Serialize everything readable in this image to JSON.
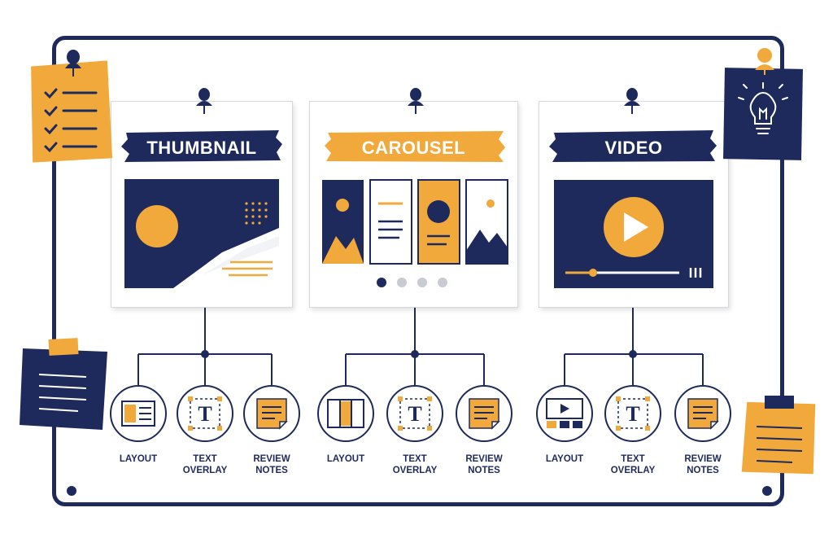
{
  "colors": {
    "navy": "#1f2a5c",
    "orange": "#f2a93b",
    "white": "#ffffff"
  },
  "cards": [
    {
      "title": "THUMBNAIL",
      "banner_style": "navy",
      "subs": [
        {
          "icon": "layout-icon",
          "label1": "LAYOUT",
          "label2": ""
        },
        {
          "icon": "text-overlay-icon",
          "label1": "TEXT",
          "label2": "OVERLAY"
        },
        {
          "icon": "review-notes-icon",
          "label1": "REVIEW",
          "label2": "NOTES"
        }
      ]
    },
    {
      "title": "CAROUSEL",
      "banner_style": "orange",
      "subs": [
        {
          "icon": "layout-icon",
          "label1": "LAYOUT",
          "label2": ""
        },
        {
          "icon": "text-overlay-icon",
          "label1": "TEXT",
          "label2": "OVERLAY"
        },
        {
          "icon": "review-notes-icon",
          "label1": "REVIEW",
          "label2": "NOTES"
        }
      ]
    },
    {
      "title": "VIDEO",
      "banner_style": "navy",
      "subs": [
        {
          "icon": "layout-icon",
          "label1": "LAYOUT",
          "label2": ""
        },
        {
          "icon": "text-overlay-icon",
          "label1": "TEXT",
          "label2": "OVERLAY"
        },
        {
          "icon": "review-notes-icon",
          "label1": "REVIEW",
          "label2": "NOTES"
        }
      ]
    }
  ],
  "text_icon_glyph": "T"
}
